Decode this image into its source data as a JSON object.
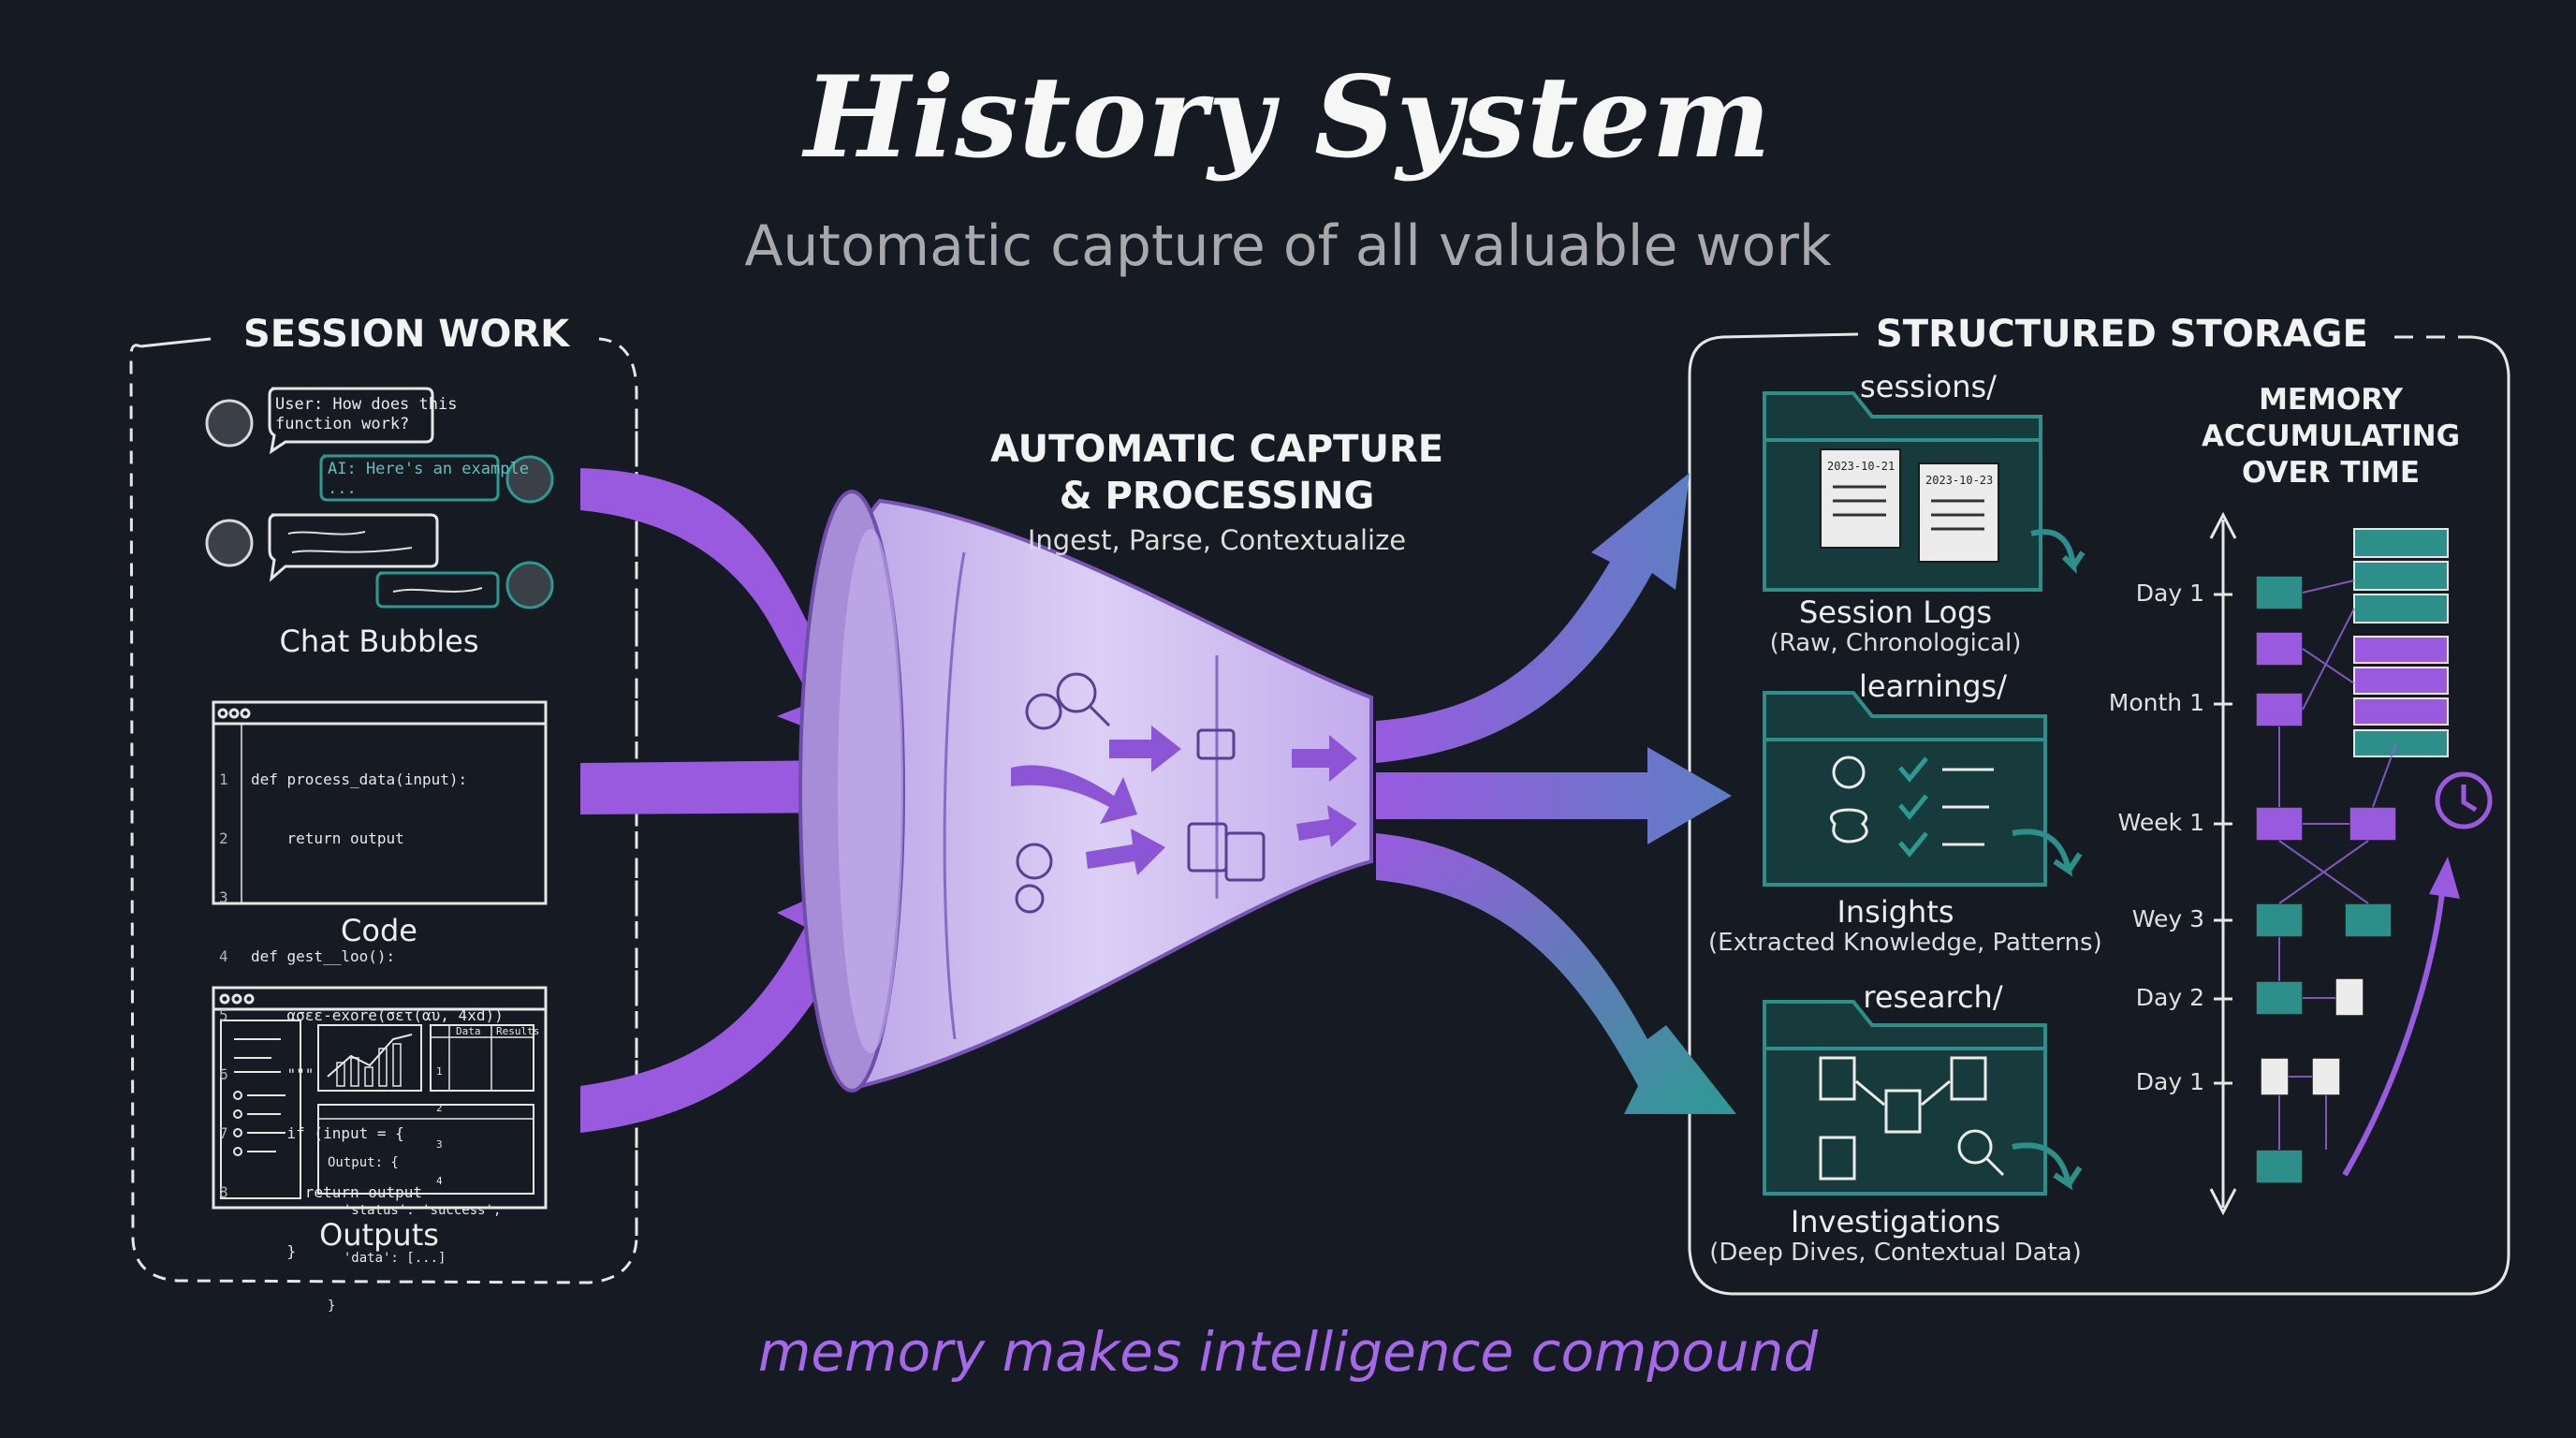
{
  "title": "History System",
  "subtitle": "Automatic capture of all valuable work",
  "session_work": {
    "title": "SESSION WORK",
    "chat": {
      "label": "Chat Bubbles",
      "user_message": [
        "User: How does this",
        "function work?"
      ],
      "ai_message": "AI: Here's an example",
      "ai_message_cont": "..."
    },
    "code": {
      "label": "Code",
      "line_numbers": [
        "1",
        "2",
        "3",
        "4",
        "5",
        "6",
        "7",
        "8"
      ],
      "lines": [
        "def process_data(input):",
        "    return output",
        "",
        "def gest__loo():",
        "    ασεε-exore(σετ(αυ, 4xd))",
        "    \"\"\"",
        "    if (input = {",
        "      return output",
        "    }"
      ]
    },
    "outputs": {
      "label": "Outputs",
      "table_headers": [
        "Data",
        "Results"
      ],
      "table_rows": [
        "1",
        "2",
        "3",
        "4"
      ],
      "output_text": [
        "Output: {",
        "  'status': 'success',",
        "  'data': [...]",
        "}"
      ]
    }
  },
  "capture": {
    "title_line1": "AUTOMATIC CAPTURE",
    "title_line2": "& PROCESSING",
    "subtitle": "Ingest, Parse, Contextualize"
  },
  "storage": {
    "title": "STRUCTURED STORAGE",
    "folders": [
      {
        "name": "sessions/",
        "label": "Session Logs",
        "sublabel": "(Raw, Chronological)",
        "doc_dates": [
          "2023-10-21",
          "2023-10-23"
        ]
      },
      {
        "name": "learnings/",
        "label": "Insights",
        "sublabel": "(Extracted Knowledge, Patterns)"
      },
      {
        "name": "research/",
        "label": "Investigations",
        "sublabel": "(Deep Dives, Contextual Data)"
      }
    ],
    "memory": {
      "title_lines": [
        "MEMORY",
        "ACCUMULATING",
        "OVER TIME"
      ],
      "timeline": [
        "Day 1",
        "Month 1",
        "Week 1",
        "Wey 3",
        "Day 2",
        "Day 1"
      ]
    }
  },
  "tagline": "memory makes intelligence compound",
  "colors": {
    "background": "#161a23",
    "purple": "#9a5ae0",
    "teal": "#2c8f8a",
    "funnel": "#cbb8ee"
  }
}
